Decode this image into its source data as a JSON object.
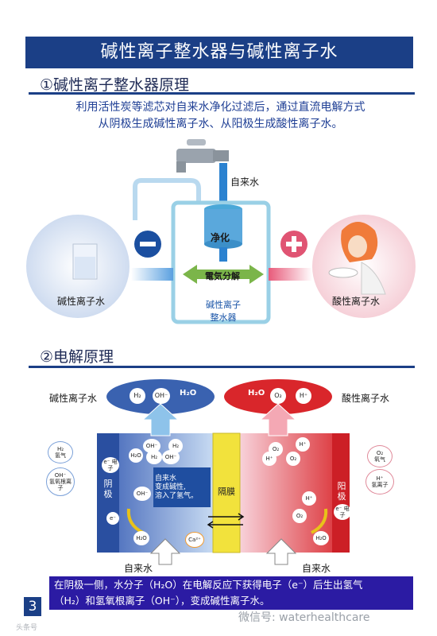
{
  "header": {
    "title": "碱性离子整水器与碱性离子水"
  },
  "section1": {
    "heading": "①碱性离子整水器原理",
    "intro_line1": "利用活性炭等滤芯对自来水净化过滤后，通过直流电解方式",
    "intro_line2": "从阴极生成碱性离子水、从阳极生成酸性离子水。",
    "tap_label": "自来水",
    "purify_label": "净化",
    "electrolysis_label": "電気分解",
    "device_label_line1": "碱性离子",
    "device_label_line2": "整水器",
    "left_label": "碱性离子水",
    "right_label": "酸性离子水"
  },
  "section2": {
    "heading": "②电解原理",
    "alkaline_label": "碱性离子水",
    "acid_label": "酸性离子水",
    "top_left_molecules": [
      "H₂",
      "OH⁻",
      "H₂O"
    ],
    "top_right_molecules": [
      "H₂O",
      "O₂",
      "H⁺"
    ],
    "legend_left": [
      {
        "symbol": "H₂",
        "name": "氢气"
      },
      {
        "symbol": "OH⁻",
        "name": "氢氧根离子"
      }
    ],
    "legend_right": [
      {
        "symbol": "O₂",
        "name": "氧气"
      },
      {
        "symbol": "H⁺",
        "name": "氢离子"
      }
    ],
    "cathode_label": "阴极",
    "anode_label": "阳极",
    "membrane_label": "隔膜",
    "electron_label": "e⁻ 电子",
    "electron": "e⁻",
    "cathode_note_line1": "自来水",
    "cathode_note_line2": "变成碱性,",
    "cathode_note_line3": "溶入了氢气。",
    "calcium": "Ca²⁺",
    "inlet_left": "自来水",
    "inlet_right": "自来水",
    "note_line1": "在阴极一侧，水分子（H₂O）在电解反应下获得电子（e⁻）后生出氢气",
    "note_line2": "（H₂）和氢氧根离子（OH⁻），变成碱性离子水。"
  },
  "footer": {
    "page_number": "3",
    "watermark": "微信号: waterhealthcare",
    "watermark_small": "头条号"
  },
  "colors": {
    "navy": "#1b3f86",
    "cathode_blue": "#3a5fb5",
    "anode_red": "#d9262b",
    "membrane_yellow": "#f2e23c",
    "note_purple": "#2b1ba3"
  }
}
